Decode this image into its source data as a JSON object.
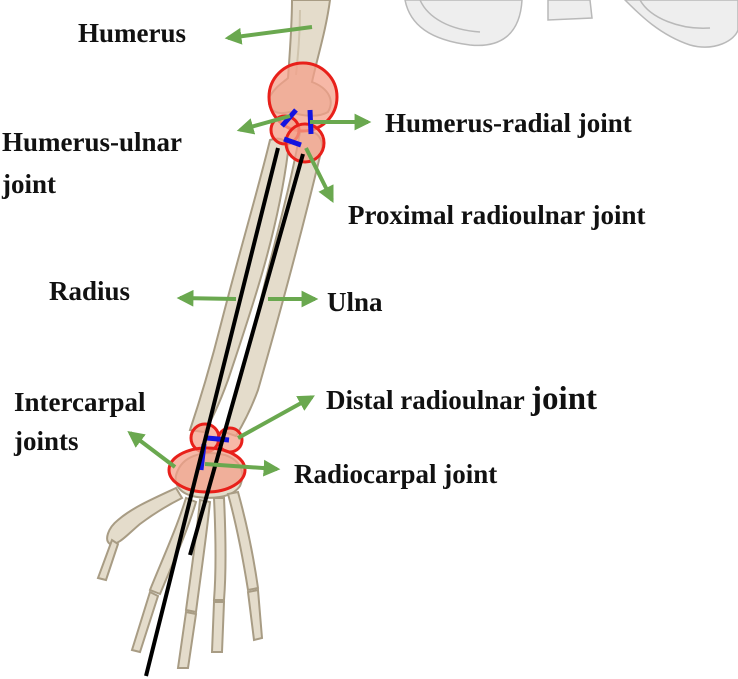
{
  "labels": {
    "humerus": "Humerus",
    "humerus_radial_joint": "Humerus-radial joint",
    "humerus_ulnar_line1": "Humerus-ulnar",
    "humerus_ulnar_line2": "joint",
    "proximal_radioulnar_joint": "Proximal radioulnar joint",
    "radius": "Radius",
    "ulna": "Ulna",
    "intercarpal_line1": "Intercarpal",
    "intercarpal_line2": "joints",
    "distal_radioulnar_prefix": "Distal radioulnar ",
    "distal_radioulnar_suffix": "joint",
    "radiocarpal_joint": "Radiocarpal joint"
  },
  "colors": {
    "pointer_arrow": "#6aa84f",
    "joint_outline": "#e8201a",
    "joint_fill": "#f4a08a",
    "joint_axis": "#1414e0",
    "bone": "#e4dccb",
    "bone_edge": "#a89c84",
    "limb_axis": "#000000"
  }
}
